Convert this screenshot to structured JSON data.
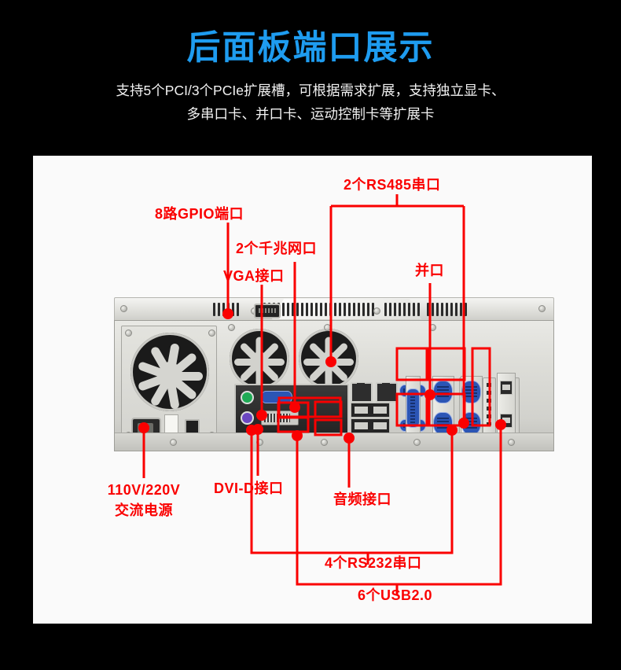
{
  "header": {
    "title": "后面板端口展示",
    "subtitle_line1": "支持5个PCI/3个PCIe扩展槽，可根据需求扩展，支持独立显卡、",
    "subtitle_line2": "多串口卡、并口卡、运动控制卡等扩展卡",
    "title_color": "#1e9cf0",
    "subtitle_color": "#f2f2f2",
    "background_color": "#000000"
  },
  "panel": {
    "background_color": "#fafafa"
  },
  "annotation": {
    "color": "#fa0000",
    "labels": [
      {
        "id": "gpio",
        "text": "8路GPIO端口"
      },
      {
        "id": "lan",
        "text": "2个千兆网口"
      },
      {
        "id": "vga",
        "text": "VGA接口"
      },
      {
        "id": "rs485",
        "text": "2个RS485串口"
      },
      {
        "id": "lpt",
        "text": "并口"
      },
      {
        "id": "power",
        "text": "110V/220V"
      },
      {
        "id": "power2",
        "text": "交流电源"
      },
      {
        "id": "dvi",
        "text": "DVI-D接口"
      },
      {
        "id": "audio",
        "text": "音频接口"
      },
      {
        "id": "rs232",
        "text": "4个RS232串口"
      },
      {
        "id": "usb",
        "text": "6个USB2.0"
      }
    ]
  }
}
